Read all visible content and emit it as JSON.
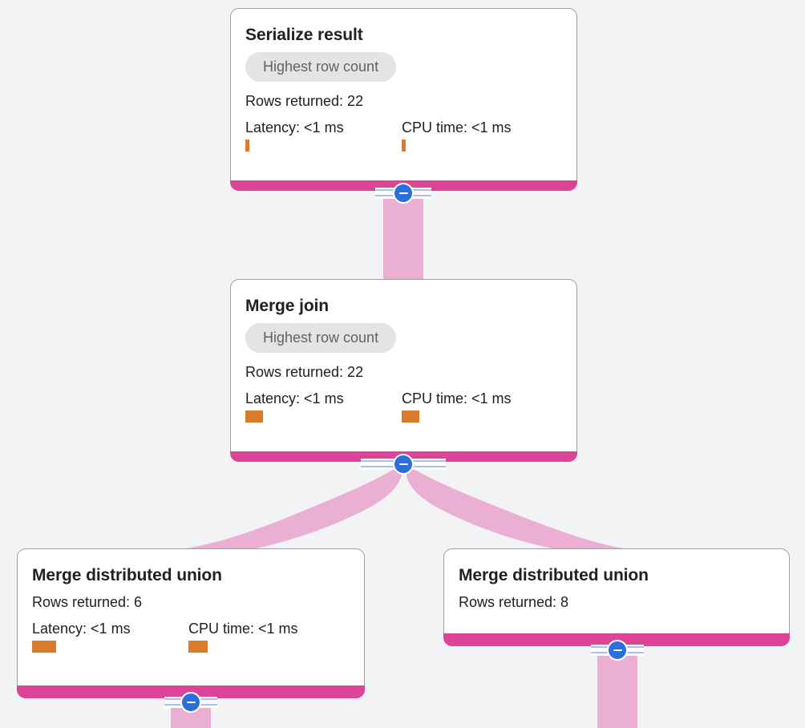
{
  "theme": {
    "background": "#f1f3f4",
    "card_background": "#ffffff",
    "card_border": "#9aa0a6",
    "bar_pink": "#dd4498",
    "edge_pink": "#ebafd4",
    "metric_orange": "#d97b2b",
    "chip_background": "#e4e4e4",
    "chip_text": "#5f6368",
    "button_blue": "#2a6fdb",
    "wing_blue": "#aabef0",
    "text_primary": "#202124"
  },
  "labels": {
    "rows_prefix": "Rows returned: ",
    "latency_prefix": "Latency: ",
    "cpu_prefix": "CPU time: "
  },
  "nodes": [
    {
      "id": "serialize-result",
      "title": "Serialize result",
      "chip": "Highest row count",
      "rows": "Rows returned: 22",
      "latency": "Latency: <1 ms",
      "cpu": "CPU time: <1 ms",
      "latency_bar_w": 5,
      "latency_bar_h": 15,
      "cpu_bar_w": 5,
      "cpu_bar_h": 15
    },
    {
      "id": "merge-join",
      "title": "Merge join",
      "chip": "Highest row count",
      "rows": "Rows returned: 22",
      "latency": "Latency: <1 ms",
      "cpu": "CPU time: <1 ms",
      "latency_bar_w": 22,
      "latency_bar_h": 15,
      "cpu_bar_w": 22,
      "cpu_bar_h": 15
    },
    {
      "id": "merge-distributed-union-left",
      "title": "Merge distributed union",
      "chip": null,
      "rows": "Rows returned: 6",
      "latency": "Latency: <1 ms",
      "cpu": "CPU time: <1 ms",
      "latency_bar_w": 30,
      "latency_bar_h": 15,
      "cpu_bar_w": 24,
      "cpu_bar_h": 15
    },
    {
      "id": "merge-distributed-union-right",
      "title": "Merge distributed union",
      "chip": null,
      "rows": "Rows returned: 8",
      "latency": null,
      "cpu": null
    }
  ],
  "collapse_buttons": [
    {
      "id": "collapse-serialize-result",
      "icon": "minus-circle-icon"
    },
    {
      "id": "collapse-merge-join",
      "icon": "minus-circle-icon"
    },
    {
      "id": "collapse-union-left",
      "icon": "minus-circle-icon"
    },
    {
      "id": "collapse-union-right",
      "icon": "minus-circle-icon"
    }
  ],
  "edges": [
    {
      "id": "edge-serialize-to-merge-join",
      "from": "serialize-result",
      "to": "merge-join"
    },
    {
      "id": "edge-merge-join-to-union-left",
      "from": "merge-join",
      "to": "merge-distributed-union-left"
    },
    {
      "id": "edge-merge-join-to-union-right",
      "from": "merge-join",
      "to": "merge-distributed-union-right"
    },
    {
      "id": "edge-union-left-down",
      "from": "merge-distributed-union-left",
      "to": null
    },
    {
      "id": "edge-union-right-down",
      "from": "merge-distributed-union-right",
      "to": null
    }
  ]
}
